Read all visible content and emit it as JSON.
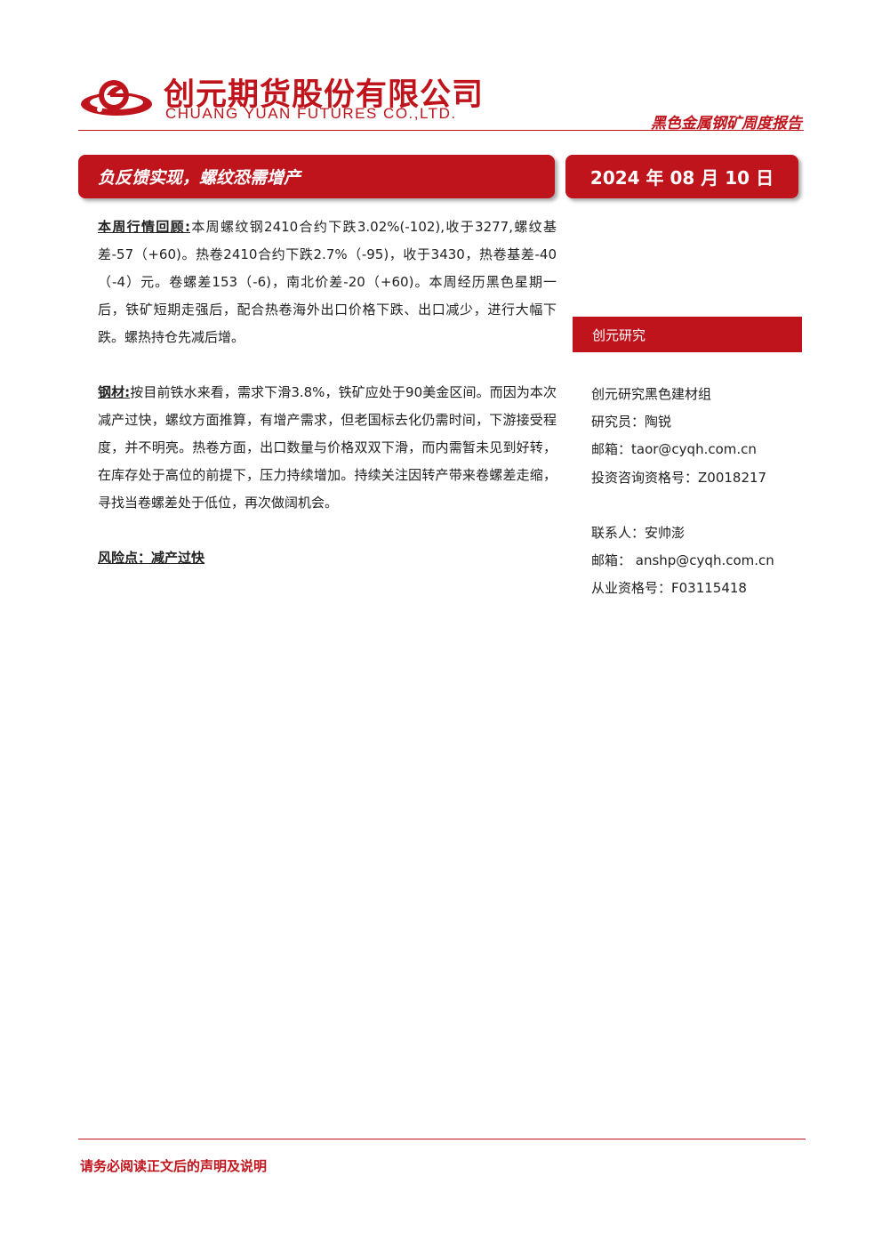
{
  "header": {
    "company_cn": "创元期货股份有限公司",
    "company_en": "CHUANG YUAN FUTURES CO.,LTD.",
    "report_type": "黑色金属钢矿周度报告",
    "brand_color": "#c0141c",
    "logo_icon": "chuangyuan-logo-icon"
  },
  "title": "负反馈实现，螺纹恐需增产",
  "date": "2024 年 08 月 10 日",
  "main": {
    "p1_label": "本周行情回顾:",
    "p1_text": "本周螺纹钢2410合约下跌3.02%(-102),收于3277,螺纹基差-57（+60)。热卷2410合约下跌2.7%（-95)，收于3430，热卷基差-40（-4）元。卷螺差153（-6)，南北价差-20（+60)。本周经历黑色星期一后，铁矿短期走强后，配合热卷海外出口价格下跌、出口减少，进行大幅下跌。螺热持仓先减后增。",
    "p2_label": "钢材:",
    "p2_text": "按目前铁水来看，需求下滑3.8%，铁矿应处于90美金区间。而因为本次减产过快，螺纹方面推算，有增产需求，但老国标去化仍需时间，下游接受程度，并不明亮。热卷方面，出口数量与价格双双下滑，而内需暂未见到好转，在库存处于高位的前提下，压力持续增加。持续关注因转产带来卷螺差走缩，寻找当卷螺差处于低位，再次做阔机会。",
    "p3_label": "风险点：减产过快"
  },
  "sidebar": {
    "heading": "创元研究",
    "group": "创元研究黑色建材组",
    "researcher": "研究员：陶锐",
    "researcher_email": "邮箱：taor@cyqh.com.cn",
    "researcher_license": "投资咨询资格号：Z0018217",
    "contact": "联系人：安帅澎",
    "contact_email": "邮箱： anshp@cyqh.com.cn",
    "contact_license": "从业资格号：F03115418"
  },
  "footer": {
    "note": "请务必阅读正文后的声明及说明"
  }
}
